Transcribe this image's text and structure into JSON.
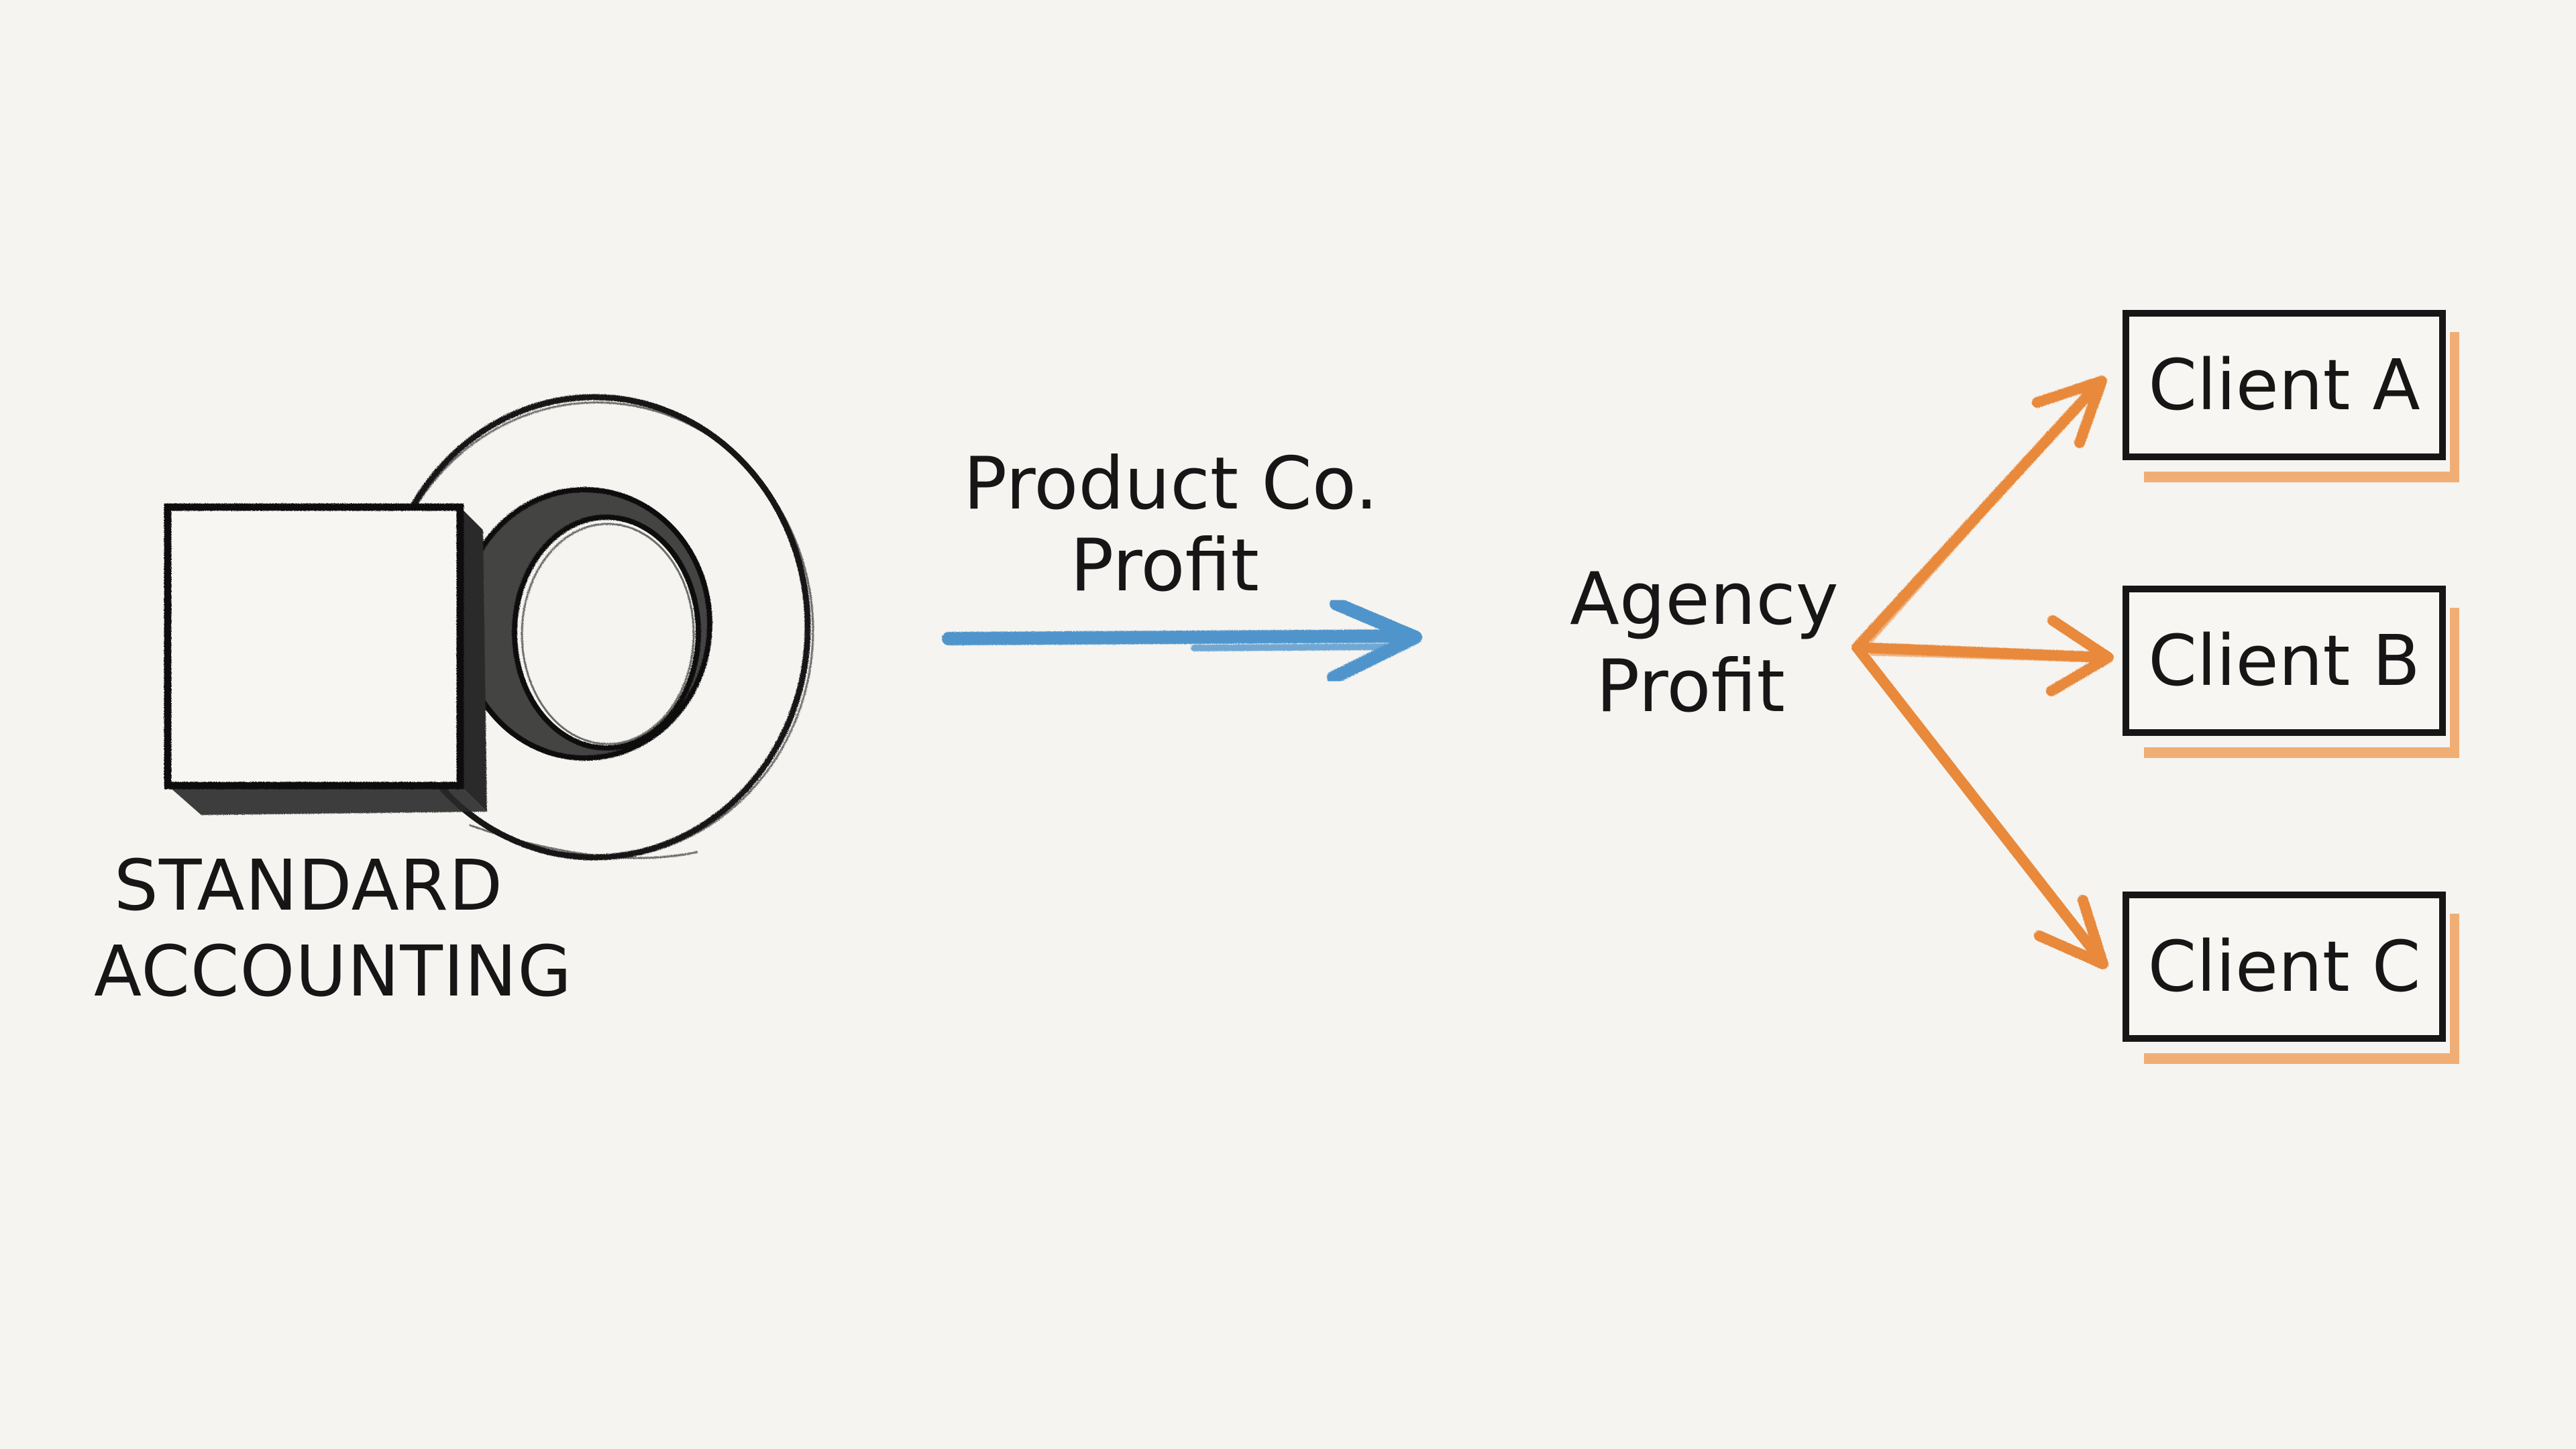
{
  "diagram": {
    "background_color": "#f6f4f0",
    "ink_color": "#161616",
    "accent_blue": "#4f95cc",
    "accent_orange": "#e8893a",
    "shadow_orange": "#f0a260"
  },
  "standard_accounting": {
    "icon": "square-and-ring-icon",
    "label_lines": [
      "STANDARD",
      "ACCOUNTING"
    ]
  },
  "product_flow": {
    "label_lines": [
      "Product Co.",
      "Profit"
    ],
    "arrow": "right-arrow-blue"
  },
  "agency": {
    "label_lines": [
      "Agency",
      "Profit"
    ],
    "arrows": [
      "arrow-to-client-a",
      "arrow-to-client-b",
      "arrow-to-client-c"
    ]
  },
  "clients": [
    {
      "label": "Client A"
    },
    {
      "label": "Client B"
    },
    {
      "label": "Client C"
    }
  ]
}
